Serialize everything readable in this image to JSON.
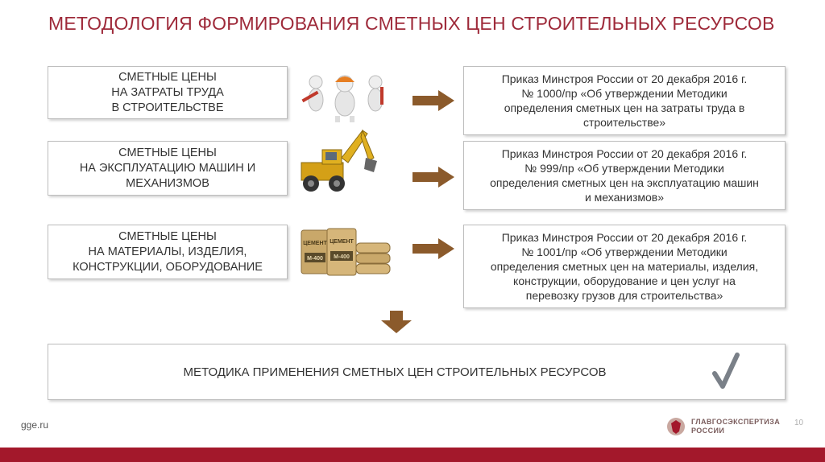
{
  "title": "МЕТОДОЛОГИЯ ФОРМИРОВАНИЯ СМЕТНЫХ ЦЕН СТРОИТЕЛЬНЫХ РЕСУРСОВ",
  "rows": [
    {
      "left": [
        "СМЕТНЫЕ ЦЕНЫ",
        "НА ЗАТРАТЫ ТРУДА",
        "В СТРОИТЕЛЬСТВЕ"
      ],
      "right": [
        "Приказ Минстроя России от 20 декабря 2016 г.",
        "№ 1000/пр «Об утверждении Методики",
        "определения сметных цен на затраты труда в",
        "строительстве»"
      ]
    },
    {
      "left": [
        "СМЕТНЫЕ ЦЕНЫ",
        "НА ЭКСПЛУАТАЦИЮ МАШИН И",
        "МЕХАНИЗМОВ"
      ],
      "right": [
        "Приказ Минстроя России от 20 декабря 2016 г.",
        "№ 999/пр «Об утверждении Методики",
        "определения сметных цен на эксплуатацию машин",
        "и механизмов»"
      ]
    },
    {
      "left": [
        "СМЕТНЫЕ ЦЕНЫ",
        "НА МАТЕРИАЛЫ, ИЗДЕЛИЯ,",
        "КОНСТРУКЦИИ, ОБОРУДОВАНИЕ"
      ],
      "right": [
        "Приказ Минстроя России от 20 декабря 2016 г.",
        "№ 1001/пр «Об утверждении Методики",
        "определения сметных цен на материалы, изделия,",
        "конструкции, оборудование и цен услуг на",
        "перевозку грузов для строительства»"
      ]
    }
  ],
  "cement_labels": [
    "ЦЕМЕНТ",
    "М-400",
    "ЦЕМЕНТ",
    "М-400"
  ],
  "bottom_text": "МЕТОДИКА ПРИМЕНЕНИЯ СМЕТНЫХ ЦЕН СТРОИТЕЛЬНЫХ РЕСУРСОВ",
  "footer": {
    "url": "gge.ru",
    "page_number": "10",
    "logo_line1": "ГЛАВГОСЭКСПЕРТИЗА",
    "logo_line2": "РОССИИ"
  },
  "colors": {
    "title": "#9e2a3a",
    "arrow": "#8b5a2b",
    "footer_bar": "#a3182b"
  }
}
